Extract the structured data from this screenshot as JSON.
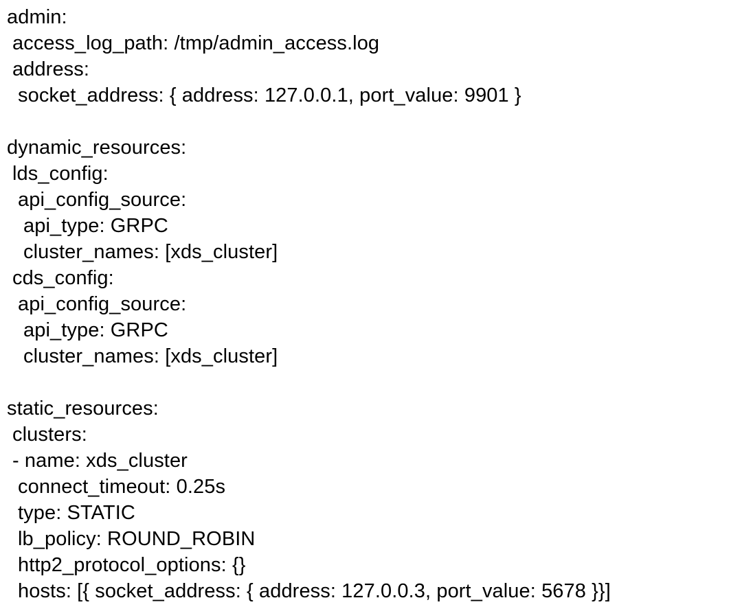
{
  "document": {
    "kind": "yaml-config-text",
    "background_color": "#ffffff",
    "text_color": "#000000",
    "lines": [
      {
        "indent": 0,
        "text": "admin:"
      },
      {
        "indent": 1,
        "text": "access_log_path: /tmp/admin_access.log"
      },
      {
        "indent": 1,
        "text": "address:"
      },
      {
        "indent": 2,
        "text": "socket_address: { address: 127.0.0.1, port_value: 9901 }"
      },
      {
        "indent": 0,
        "text": ""
      },
      {
        "indent": 0,
        "text": "dynamic_resources:"
      },
      {
        "indent": 1,
        "text": "lds_config:"
      },
      {
        "indent": 2,
        "text": "api_config_source:"
      },
      {
        "indent": 3,
        "text": "api_type: GRPC"
      },
      {
        "indent": 3,
        "text": "cluster_names: [xds_cluster]"
      },
      {
        "indent": 1,
        "text": "cds_config:"
      },
      {
        "indent": 2,
        "text": "api_config_source:"
      },
      {
        "indent": 3,
        "text": "api_type: GRPC"
      },
      {
        "indent": 3,
        "text": "cluster_names: [xds_cluster]"
      },
      {
        "indent": 0,
        "text": ""
      },
      {
        "indent": 0,
        "text": "static_resources:"
      },
      {
        "indent": 1,
        "text": "clusters:"
      },
      {
        "indent": 1,
        "text": "- name: xds_cluster"
      },
      {
        "indent": 2,
        "text": "connect_timeout: 0.25s"
      },
      {
        "indent": 2,
        "text": "type: STATIC"
      },
      {
        "indent": 2,
        "text": "lb_policy: ROUND_ROBIN"
      },
      {
        "indent": 2,
        "text": "http2_protocol_options: {}"
      },
      {
        "indent": 2,
        "text": "hosts: [{ socket_address: { address: 127.0.0.3, port_value: 5678 }}]"
      }
    ]
  }
}
